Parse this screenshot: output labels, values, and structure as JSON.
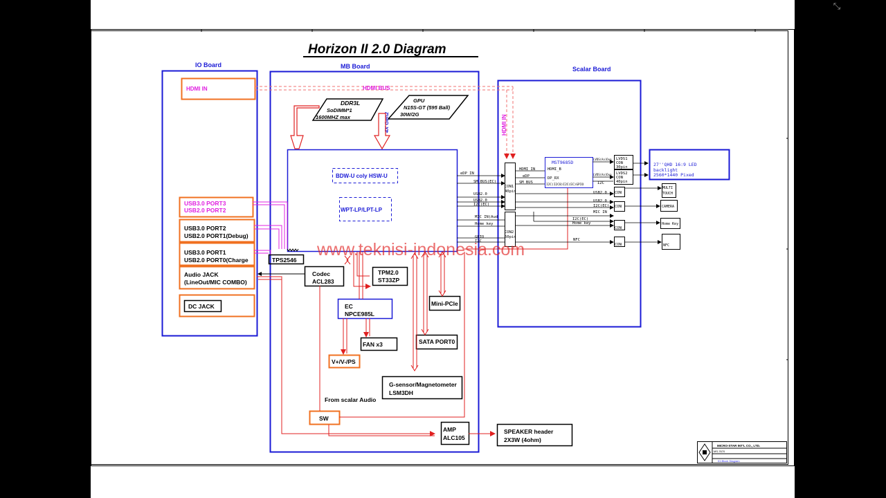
{
  "title": "Horizon II 2.0 Diagram",
  "boards": {
    "io": "IO Board",
    "mb": "MB Board",
    "scalar": "Scalar Board"
  },
  "io": {
    "hdmi_in": "HDMI IN",
    "usb_port3_a": "USB3.0 PORT3",
    "usb_port3_b": "USB2.0 PORT2",
    "usb_port2_a": "USB3.0 PORT2",
    "usb_port2_b": "USB2.0 PORT1(Debug)",
    "usb_port1_a": "USB3.0 PORT1",
    "usb_port1_b": "USB2.0 PORT0(Charge",
    "audio_a": "Audio JACK",
    "audio_b": "(LineOut/MIC COMBO)",
    "dc_jack": "DC JACK",
    "tps": "TPS2546"
  },
  "mb": {
    "hdmi_bus": "HDMI BUS",
    "ddr_a": "DDR3L",
    "ddr_b": "SoDIMM*1",
    "ddr_c": "1600MHZ max",
    "gpu_a": "GPU",
    "gpu_b": "N15S-GT (595 Ball)",
    "gpu_c": "30W/2G",
    "pcie": "4X Gen2",
    "cpu": "BDW-U coly HSW-U",
    "pch": "WPT-LP/LPT-LP",
    "codec_a": "Codec",
    "codec_b": "ACL283",
    "tpm_a": "TPM2.0",
    "tpm_b": "ST33ZP",
    "ec_a": "EC",
    "ec_b": "NPCE985L",
    "fan": "FAN x3",
    "vplus": "V+/V-/PS",
    "minipcie": "Mini-PCle",
    "sata": "SATA PORT0",
    "gsensor_a": "G-sensor/Magnetometer",
    "gsensor_b": "LSM3DH",
    "from_scalar": "From scalar Audio",
    "sw": "SW",
    "amp_a": "AMP",
    "amp_b": "ALC105",
    "edp_in": "eDP IN",
    "sm_bus": "SM BUS(EC)",
    "usb2_1": "USB2.0",
    "usb2_2": "USB2.0",
    "i2c_ec": "I2C(EC)",
    "mic_in": "MIC IN(Aud",
    "home_key": "Home key",
    "gpio": "GPIO",
    "i2c": "I2C"
  },
  "speaker_a": "SPEAKER header",
  "speaker_b": "2X3W (4ohm)",
  "scalar": {
    "hdmi_in_v": "HDMI IN",
    "con1_a": "CON1",
    "con1_b": "40pin",
    "con2_a": "CON2",
    "con2_b": "50pin",
    "hdmi_in": "HDMI IN",
    "edp": "eDP",
    "sm_bus": "SM BUS",
    "mst": "MST9685D",
    "hdmi_b": "HDMI_B",
    "dp_rx": "DP_RX",
    "io_line": "I2C(I2C0)I2C(EC)GPIO",
    "lvds1_a": "LVDS1",
    "lvds1_b": "CON",
    "lvds1_c": "30pin",
    "lvds2_a": "LVDS2",
    "lvds2_b": "CON",
    "lvds2_c": "40pin",
    "lvds_sig1": "LVDS(Ao)Dua",
    "lvds_sig2": "LVDS(Ao)Dua",
    "i2c_lbl": "I2C",
    "panel_a": "27''QHD 16:9 LED",
    "panel_b": "backlight",
    "panel_c": "2560*1440 Pixed",
    "usb20_a": "USB2.0",
    "usb20_b": "USB2.0",
    "i2c_ec_a": "I2C(EC)",
    "mic_in": "MIC IN",
    "i2c_ec_b": "I2C(EC)",
    "home_key": "Home key",
    "nfc": "NFC",
    "con": "CON",
    "multi_touch_a": "MULTI",
    "multi_touch_b": "TOUCH",
    "camera": "CAMERA",
    "home_key_dev": "Home Key",
    "nfc_dev": "NFC"
  },
  "title_block": {
    "company": "MICRO-STAR INT'L CO., LTD.",
    "model": "MS-7670",
    "page": "01.Block Diagram"
  },
  "watermark": "www.teknisi-indonesia.com",
  "colors": {
    "blue": "#1a1ad6",
    "orange": "#f07020",
    "red": "#e02020",
    "magenta": "#e020e0"
  }
}
